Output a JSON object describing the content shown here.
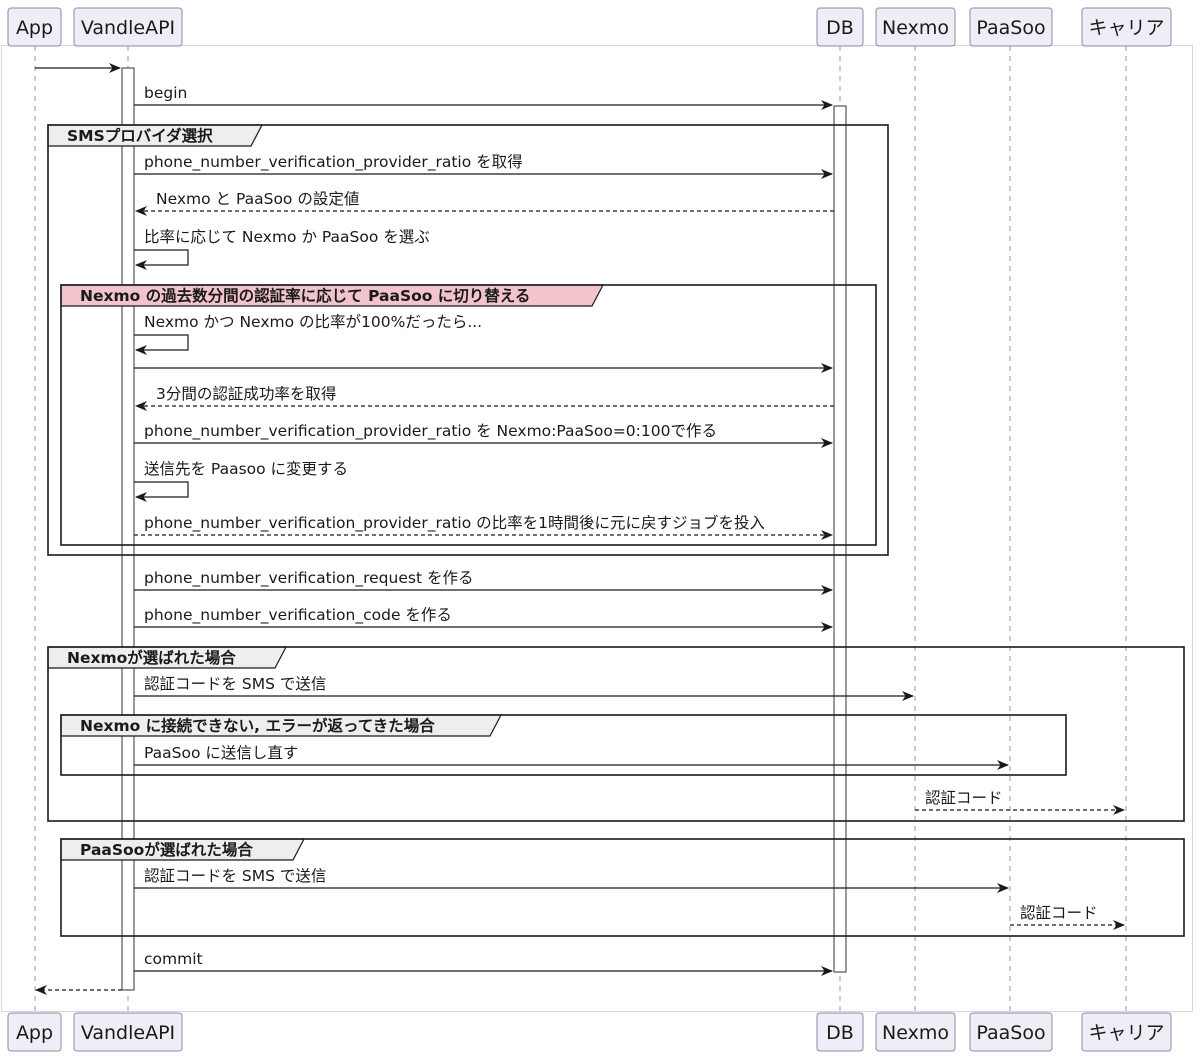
{
  "participants": [
    {
      "id": "app",
      "label": "App"
    },
    {
      "id": "api",
      "label": "VandleAPI"
    },
    {
      "id": "db",
      "label": "DB"
    },
    {
      "id": "nexmo",
      "label": "Nexmo"
    },
    {
      "id": "paasoo",
      "label": "PaaSoo"
    },
    {
      "id": "carrier",
      "label": "キャリア"
    }
  ],
  "frames": [
    {
      "id": "provider-select",
      "title": "SMSプロバイダ選択",
      "tab_color": "#eeeeee"
    },
    {
      "id": "nexmo-auto-switch",
      "title": "Nexmo の過去数分間の認証率に応じて PaaSoo に切り替える",
      "tab_color": "#f2c4cc"
    },
    {
      "id": "nexmo-selected",
      "title": "Nexmoが選ばれた場合",
      "tab_color": "#eeeeee"
    },
    {
      "id": "nexmo-error",
      "title": "Nexmo に接続できない, エラーが返ってきた場合",
      "tab_color": "#eeeeee"
    },
    {
      "id": "paasoo-selected",
      "title": "PaaSooが選ばれた場合",
      "tab_color": "#eeeeee"
    }
  ],
  "messages": [
    {
      "from": "app",
      "to": "api",
      "label": "",
      "style": "solid"
    },
    {
      "from": "api",
      "to": "db",
      "label": "begin",
      "style": "solid"
    },
    {
      "from": "api",
      "to": "db",
      "label": "phone_number_verification_provider_ratio を取得",
      "style": "solid"
    },
    {
      "from": "db",
      "to": "api",
      "label": "Nexmo と PaaSoo の設定値",
      "style": "dashed"
    },
    {
      "from": "api",
      "to": "api",
      "label": "比率に応じて Nexmo か PaaSoo を選ぶ",
      "style": "self"
    },
    {
      "from": "api",
      "to": "api",
      "label": "Nexmo かつ Nexmo の比率が100%だったら...",
      "style": "self"
    },
    {
      "from": "api",
      "to": "db",
      "label": "",
      "style": "solid"
    },
    {
      "from": "db",
      "to": "api",
      "label": "3分間の認証成功率を取得",
      "style": "dashed"
    },
    {
      "from": "api",
      "to": "db",
      "label": "phone_number_verification_provider_ratio を Nexmo:PaaSoo=0:100で作る",
      "style": "solid"
    },
    {
      "from": "api",
      "to": "api",
      "label": "送信先を Paasoo に変更する",
      "style": "self"
    },
    {
      "from": "api",
      "to": "db",
      "label": "phone_number_verification_provider_ratio の比率を1時間後に元に戻すジョブを投入",
      "style": "dashed"
    },
    {
      "from": "api",
      "to": "db",
      "label": "phone_number_verification_request を作る",
      "style": "solid"
    },
    {
      "from": "api",
      "to": "db",
      "label": "phone_number_verification_code を作る",
      "style": "solid"
    },
    {
      "from": "api",
      "to": "nexmo",
      "label": "認証コードを SMS で送信",
      "style": "solid"
    },
    {
      "from": "api",
      "to": "paasoo",
      "label": "PaaSoo に送信し直す",
      "style": "solid"
    },
    {
      "from": "nexmo",
      "to": "carrier",
      "label": "認証コード",
      "style": "dashed"
    },
    {
      "from": "api",
      "to": "paasoo",
      "label": "認証コードを SMS で送信",
      "style": "solid"
    },
    {
      "from": "paasoo",
      "to": "carrier",
      "label": "認証コード",
      "style": "dashed"
    },
    {
      "from": "api",
      "to": "db",
      "label": "commit",
      "style": "solid"
    },
    {
      "from": "api",
      "to": "app",
      "label": "",
      "style": "dashed"
    }
  ]
}
